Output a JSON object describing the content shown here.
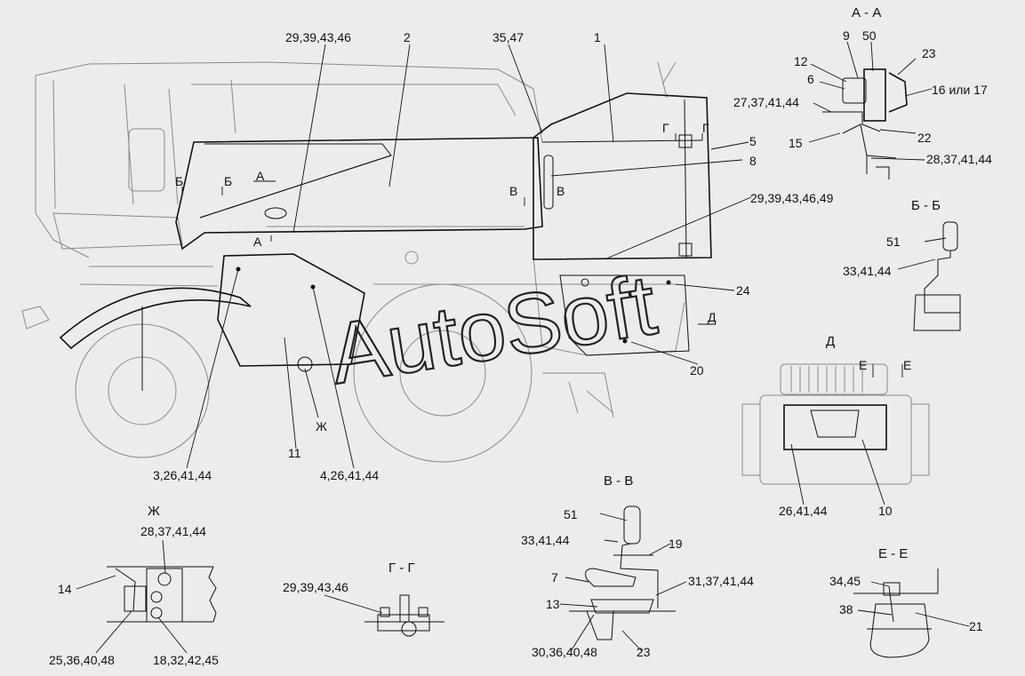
{
  "watermark": "AutoSoft",
  "main_view": {
    "callouts": [
      "29,39,43,46",
      "2",
      "35,47",
      "1",
      "5",
      "8",
      "29,39,43,46,49",
      "24",
      "20",
      "11",
      "3,26,41,44",
      "4,26,41,44"
    ],
    "section_marks": {
      "b": "Б",
      "a": "А",
      "v": "В",
      "g": "Г",
      "d": "Д",
      "zh": "Ж"
    }
  },
  "view_aa": {
    "title": "А - А",
    "labels": [
      "9",
      "50",
      "23",
      "12",
      "6",
      "16 или 17",
      "27,37,41,44",
      "22",
      "15",
      "28,37,41,44"
    ]
  },
  "view_bb": {
    "title": "Б - Б",
    "labels": [
      "51",
      "33,41,44"
    ]
  },
  "view_d": {
    "title": "Д",
    "labels": [
      "26,41,44",
      "10"
    ],
    "marks": [
      "Е",
      "Е"
    ]
  },
  "view_zh": {
    "title": "Ж",
    "labels": [
      "28,37,41,44",
      "14",
      "25,36,40,48",
      "18,32,42,45"
    ]
  },
  "view_gg": {
    "title": "Г - Г",
    "labels": [
      "29,39,43,46"
    ]
  },
  "view_vv": {
    "title": "В - В",
    "labels": [
      "51",
      "33,41,44",
      "19",
      "7",
      "31,37,41,44",
      "13",
      "30,36,40,48",
      "23"
    ]
  },
  "view_ee": {
    "title": "Е - Е",
    "labels": [
      "34,45",
      "38",
      "21"
    ]
  }
}
